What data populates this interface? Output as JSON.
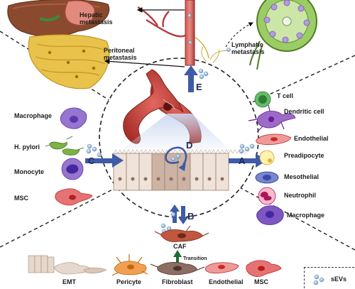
{
  "metastasis": {
    "hepatic": "Hepatic\nmetastasis",
    "peritoneal": "Peritoneal\nmetastasis",
    "lymphatic": "Lymphatic\nmetastasis"
  },
  "routes": {
    "A": "A",
    "B": "B",
    "C": "C",
    "D": "D",
    "E": "E"
  },
  "left_cells": [
    "Macrophage",
    "H. pylori",
    "Monocyte",
    "MSC"
  ],
  "right_cells": [
    "T cell",
    "Dendritic cell",
    "Endothelial",
    "Preadipocyte",
    "Mesothelial",
    "Neutrophil",
    "Macrophage"
  ],
  "bottom_cells": [
    "EMT",
    "Pericyte",
    "Fibroblast",
    "Endothelial",
    "MSC"
  ],
  "caf": {
    "label": "CAF",
    "transition": "Transition"
  },
  "legend": {
    "label": "sEVs"
  },
  "colors": {
    "arrow_blue": "#3f5aa6",
    "vesicle_blue": "#8fb3d9",
    "stomach_red": "#c8423a",
    "liver_brown": "#8b4a2d",
    "fat_yellow": "#e8c24a",
    "lymph_green": "#7cb342",
    "vessel_red": "#b33a3a"
  }
}
